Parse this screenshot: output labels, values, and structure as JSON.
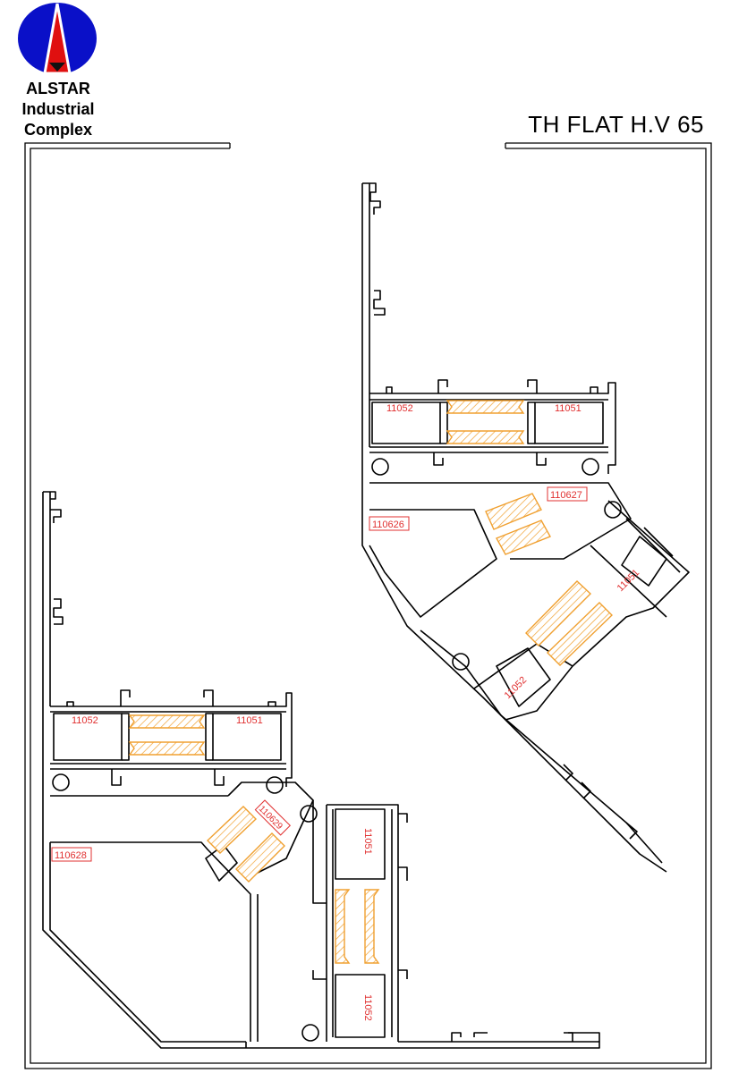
{
  "logo": {
    "line1": "ALSTAR",
    "line2": "Industrial",
    "line3": "Complex",
    "colors": {
      "circle": "#0a10c8",
      "triangle": "#e01010",
      "arrow": "#111111"
    }
  },
  "title": "TH FLAT H.V 65",
  "colors": {
    "outline": "#000000",
    "part_label": "#e03030",
    "thermal_break": "#f0a030"
  },
  "upper_assembly": {
    "labels": {
      "left_sash": "11052",
      "right_sash": "11051",
      "corner_inner": "110626",
      "corner_outer": "110627",
      "diag_sash_a": "11051",
      "diag_sash_b": "11052"
    }
  },
  "lower_assembly": {
    "labels": {
      "left_sash": "11052",
      "right_sash": "11051",
      "corner_inner": "110628",
      "corner_outer": "110629",
      "vert_sash_a": "11051",
      "vert_sash_b": "11052"
    }
  }
}
